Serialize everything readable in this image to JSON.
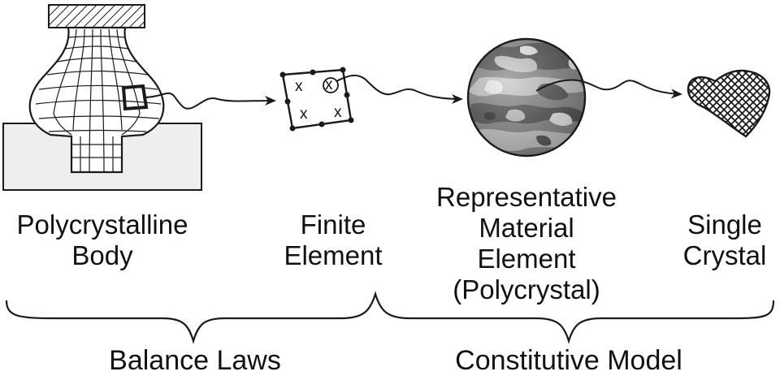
{
  "stages": [
    {
      "id": "polycrystalline-body",
      "line1": "Polycrystalline",
      "line2": "Body"
    },
    {
      "id": "finite-element",
      "line1": "Finite",
      "line2": "Element"
    },
    {
      "id": "representative-material-element",
      "line1": "Representative",
      "line2": "Material",
      "line3": "Element",
      "line4": "(Polycrystal)"
    },
    {
      "id": "single-crystal",
      "line1": "Single",
      "line2": "Crystal"
    }
  ],
  "finite_element_marks": [
    "x",
    "x",
    "x",
    "x"
  ],
  "brace_labels": {
    "left": "Balance Laws",
    "right": "Constitutive Model"
  },
  "colors": {
    "line": "#1a1a1a",
    "grain_dark": "#555555",
    "grain_mid": "#8a8a8a",
    "grain_light": "#c8c8c8",
    "die_fill": "#eeeeee"
  }
}
